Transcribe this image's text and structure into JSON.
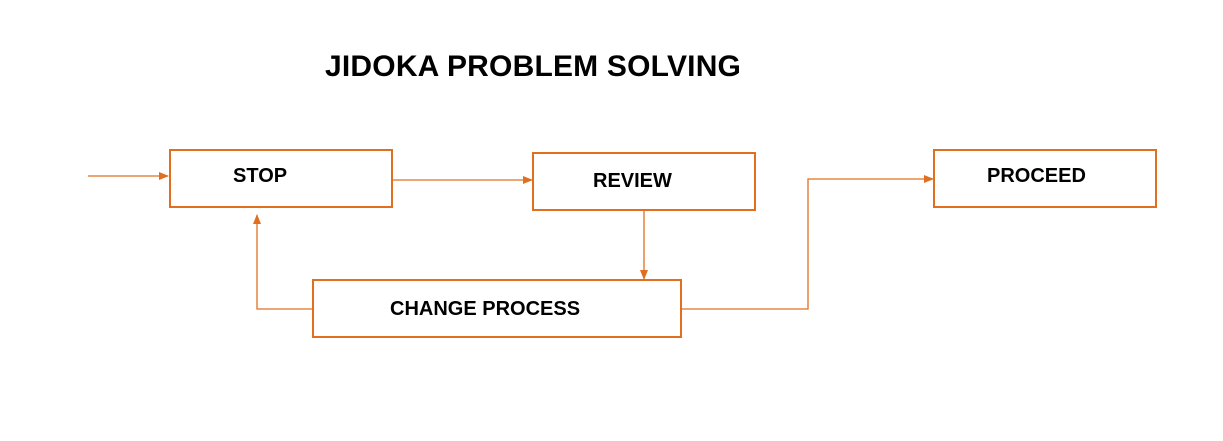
{
  "diagram": {
    "title": "JIDOKA PROBLEM SOLVING",
    "nodes": {
      "stop": "STOP",
      "review": "REVIEW",
      "proceed": "PROCEED",
      "change_process": "CHANGE PROCESS"
    },
    "edges": [
      {
        "from": "input",
        "to": "stop"
      },
      {
        "from": "stop",
        "to": "review"
      },
      {
        "from": "review",
        "to": "change_process"
      },
      {
        "from": "change_process",
        "to": "stop"
      },
      {
        "from": "change_process",
        "to": "proceed"
      }
    ],
    "colors": {
      "accent": "#e07020",
      "text": "#000000",
      "background": "#ffffff"
    }
  }
}
